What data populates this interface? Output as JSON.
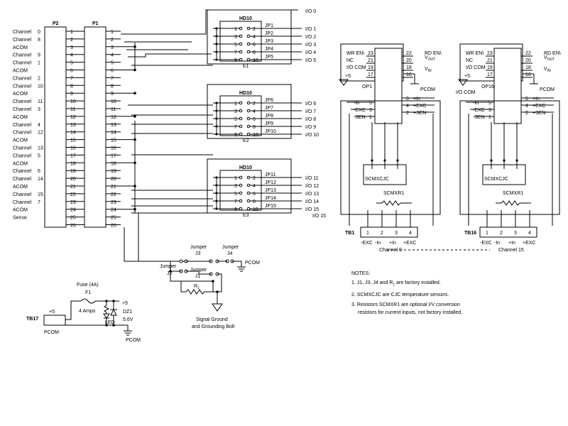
{
  "p2": {
    "title": "P2",
    "labels": [
      "Channel 0",
      "Channel 8",
      "ACOM",
      "Channel 9",
      "Channel 1",
      "ACOM",
      "Channel 2",
      "Channel 10",
      "ACOM",
      "Channel 11",
      "Channel 3",
      "ACOM",
      "Channel 4",
      "Channel 12",
      "ACOM",
      "Channel 13",
      "Channel 5",
      "ACOM",
      "Channel 6",
      "Channel 14",
      "ACOM",
      "Channel 15",
      "Channel 7",
      "ACOM",
      "Sense",
      ""
    ]
  },
  "p1": {
    "title": "P1"
  },
  "pins": [
    "1",
    "2",
    "3",
    "4",
    "5",
    "6",
    "7",
    "8",
    "9",
    "10",
    "11",
    "12",
    "13",
    "14",
    "15",
    "16",
    "17",
    "18",
    "19",
    "20",
    "21",
    "22",
    "23",
    "24",
    "25",
    "26"
  ],
  "hd10": {
    "title": "HD10",
    "odd_pins": [
      "1",
      "3",
      "5",
      "7",
      "9"
    ],
    "even_pins": [
      "2",
      "4",
      "6",
      "8",
      "10"
    ],
    "groups": [
      {
        "label": "E1",
        "jumpers": [
          "JP1",
          "JP2",
          "JP3",
          "JP4",
          "JP5"
        ],
        "io": [
          "I/O 1",
          "I/O 2",
          "I/O 3",
          "I/O 4",
          "I/O 5"
        ]
      },
      {
        "label": "E2",
        "jumpers": [
          "JP6",
          "JP7",
          "JP8",
          "JP9",
          "JP10"
        ],
        "io": [
          "I/O 6",
          "I/O 7",
          "I/O 8",
          "I/O 9",
          "I/O 10"
        ]
      },
      {
        "label": "E3",
        "jumpers": [
          "JP11",
          "JP12",
          "JP13",
          "JP14",
          "JP15"
        ],
        "io": [
          "I/O 11",
          "I/O 12",
          "I/O 13",
          "I/O 14",
          "I/O 15"
        ]
      }
    ]
  },
  "io0": "I/O 0",
  "io15_bottom": "I/O 15",
  "modules": [
    {
      "op": "OP1",
      "left_pins": [
        {
          "label": "WR EN\\",
          "pin": "23"
        },
        {
          "label": "NC",
          "pin": "21"
        },
        {
          "label": "I/O COM",
          "pin": "19"
        },
        {
          "label": "",
          "pin": "17"
        }
      ],
      "right_pins": [
        {
          "pin": "22",
          "label": "RD EN\\"
        },
        {
          "pin": "20",
          "label": "VOUT"
        },
        {
          "pin": "18",
          "label": "VIN"
        },
        {
          "pin": "16",
          "label": ""
        }
      ],
      "plus5": "+5",
      "pcom": "PCOM",
      "io_com": "",
      "in_pins": [
        {
          "label": "-In",
          "pin": "5"
        },
        {
          "label": "-EXC",
          "pin": "3"
        },
        {
          "label": "-SEN",
          "pin": "1"
        }
      ],
      "in_right": [
        {
          "pin": "6",
          "label": "+In"
        },
        {
          "pin": "4",
          "label": "+EXC"
        },
        {
          "pin": "2",
          "label": "+SEN"
        }
      ],
      "cjc": "SCMXCJC",
      "rx": "SCMXR1",
      "tb": "TB1",
      "tb_pins": [
        "1",
        "2",
        "3",
        "4"
      ],
      "tb_labels": [
        "-EXC",
        "-In",
        "+In",
        "+EXC"
      ],
      "channel": "Channel 0"
    },
    {
      "op": "OP16",
      "left_pins": [
        {
          "label": "WR EN\\",
          "pin": "23"
        },
        {
          "label": "NC",
          "pin": "21"
        },
        {
          "label": "I/O COM",
          "pin": "19"
        },
        {
          "label": "",
          "pin": "17"
        }
      ],
      "right_pins": [
        {
          "pin": "22",
          "label": "RD EN\\"
        },
        {
          "pin": "20",
          "label": "VOUT"
        },
        {
          "pin": "18",
          "label": "VIN"
        },
        {
          "pin": "16",
          "label": ""
        }
      ],
      "plus5": "+5",
      "pcom": "PCOM",
      "io_com": "I/O COM",
      "in_pins": [
        {
          "label": "-In",
          "pin": "5"
        },
        {
          "label": "-EXC",
          "pin": "3"
        },
        {
          "label": "-SEN",
          "pin": "1"
        }
      ],
      "in_right": [
        {
          "pin": "6",
          "label": "+In"
        },
        {
          "pin": "4",
          "label": "+EXC"
        },
        {
          "pin": "2",
          "label": "+SEN"
        }
      ],
      "cjc": "SCMXCJC",
      "rx": "SCMXR1",
      "tb": "TB16",
      "tb_pins": [
        "1",
        "2",
        "3",
        "4"
      ],
      "tb_labels": [
        "-EXC",
        "-In",
        "+In",
        "+EXC"
      ],
      "channel": "Channel 15"
    }
  ],
  "jumpers": {
    "j3": "Jumper",
    "j3_name": "J3",
    "j4": "Jumper",
    "j4_name": "J4",
    "j2": "Jumper",
    "j2_name": "J2",
    "j1": "Jumper",
    "j1_name": "J1",
    "r1": "R",
    "r1_sub": "1",
    "pcom": "PCOM",
    "signal_ground": "Signal Ground",
    "grounding_bolt": "and Grounding Bolt"
  },
  "power": {
    "fuse_title": "Fuse (4A)",
    "fuse_name": "F1",
    "fuse_rating": "4 Amps",
    "plus5": "+5",
    "led": "LED",
    "dz": "DZ1",
    "dz_v": "5.6V",
    "tb17": "TB17",
    "tb17_plus": "+5",
    "tb17_pcom": "PCOM",
    "pcom": "PCOM"
  },
  "notes": {
    "title": "NOTES:",
    "items": [
      {
        "num": "1.",
        "pre": "J1, J3, J4 and R",
        "sub": "1",
        "post": " are factory installed."
      },
      {
        "num": "2.",
        "text": "SCMXCJC are CJC temperature sensors."
      },
      {
        "num": "3.",
        "line1": "Resistors SCMXR1 are optional I/V conversion",
        "line2": "resistors for current inputs, not factory installed."
      }
    ]
  }
}
